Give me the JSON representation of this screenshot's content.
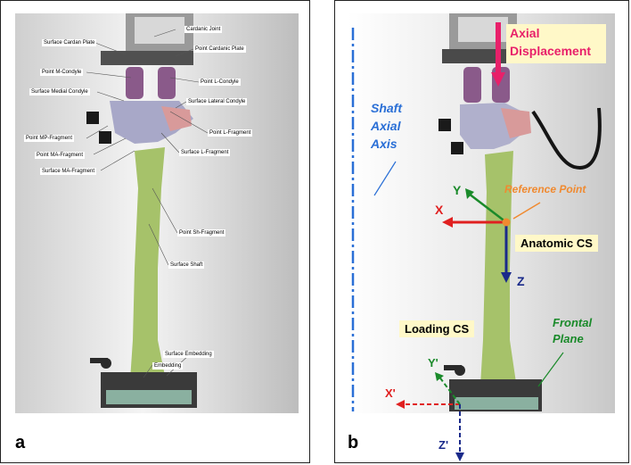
{
  "panel_a": {
    "letter": "a",
    "labels": {
      "cardanic_joint": "Cardanic Joint",
      "surface_cardan_plate": "Surface Cardan Plate",
      "point_cardanic_plate": "Point Cardanic Plate",
      "point_m_condyle": "Point M-Condyle",
      "point_l_condyle": "Point L-Condyle",
      "surface_medial_condyle": "Surface Medial Condyle",
      "surface_lateral_condyle": "Surface Lateral Condyle",
      "point_l_fragment": "Point L-Fragment",
      "point_mp_fragment": "Point MP-Fragment",
      "surface_l_fragment": "Surface L-Fragment",
      "point_ma_fragment": "Point MA-Fragment",
      "surface_ma_fragment": "Surface MA-Fragment",
      "point_sh_fragment": "Point Sh-Fragment",
      "surface_shaft": "Surface Shaft",
      "surface_embedding": "Surface Embedding",
      "embedding": "Embedding"
    }
  },
  "panel_b": {
    "letter": "b",
    "axial_displacement_line1": "Axial",
    "axial_displacement_line2": "Displacement",
    "shaft_axial_axis_line1": "Shaft",
    "shaft_axial_axis_line2": "Axial",
    "shaft_axial_axis_line3": "Axis",
    "reference_point": "Reference Point",
    "anatomic_cs": "Anatomic CS",
    "loading_cs": "Loading CS",
    "frontal_plane_line1": "Frontal",
    "frontal_plane_line2": "Plane",
    "axis_x": "X",
    "axis_y": "Y",
    "axis_z": "Z",
    "axis_x_prime": "X'",
    "axis_y_prime": "Y'",
    "axis_z_prime": "Z'"
  },
  "colors": {
    "axial_displacement": "#e8206a",
    "shaft_axis": "#2a6fd6",
    "reference_point": "#f08a30",
    "x_axis": "#e02020",
    "y_axis": "#1a8a2a",
    "z_axis": "#1a2a8a",
    "label_box": "#fff8c8",
    "bone": "#a6c26a"
  }
}
